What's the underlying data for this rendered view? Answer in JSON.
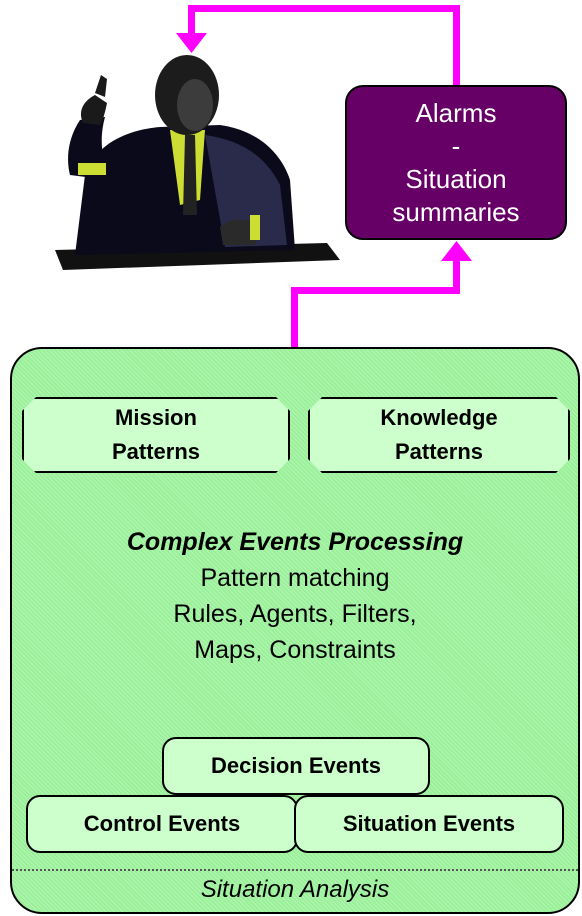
{
  "alarms_box": {
    "line1": "Alarms",
    "line2": "-",
    "line3": "Situation",
    "line4": "summaries"
  },
  "patterns": {
    "mission_line1": "Mission",
    "mission_line2": "Patterns",
    "knowledge_line1": "Knowledge",
    "knowledge_line2": "Patterns"
  },
  "processing": {
    "title": "Complex Events Processing",
    "line1": "Pattern matching",
    "line2": "Rules, Agents, Filters,",
    "line3": "Maps, Constraints"
  },
  "events": {
    "decision": "Decision Events",
    "control": "Control Events",
    "situation": "Situation Events"
  },
  "footer": {
    "label": "Situation Analysis"
  },
  "colors": {
    "connector": "#ff00ff",
    "alarms_fill": "#660066",
    "container_fill": "#99f099",
    "box_fill": "#ccffcc"
  }
}
